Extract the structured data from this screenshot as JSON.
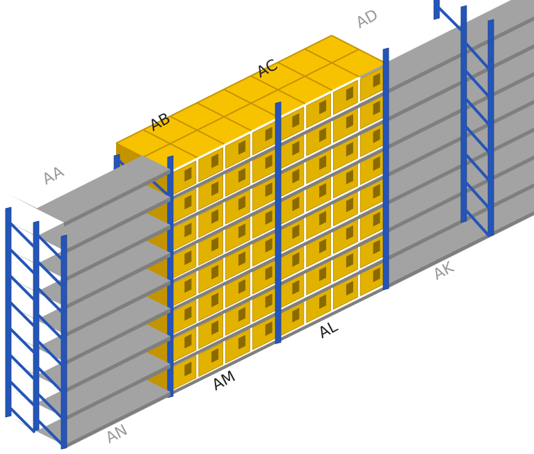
{
  "colors": {
    "upright": "#2455b8",
    "upright_edge": "#1a3f8c",
    "shelf_top": "#a3a3a3",
    "shelf_front": "#7f7f7f",
    "box_top": "#f7c300",
    "box_front": "#e2b200",
    "box_side": "#c49300",
    "box_handle": "#8a6a00",
    "label_active": "#222222",
    "label_inactive": "#9a9a9a"
  },
  "labels": {
    "aa": "AA",
    "ab": "AB",
    "ac": "AC",
    "ad": "AD",
    "ak": "AK",
    "al": "AL",
    "am": "AM",
    "an": "AN"
  },
  "sections": [
    {
      "label": "AA",
      "status": "empty",
      "shelves": 8
    },
    {
      "label": "AB",
      "status": "stocked",
      "shelves": 8
    },
    {
      "label": "AC",
      "status": "stocked",
      "shelves": 8
    },
    {
      "label": "AD",
      "status": "empty",
      "shelves": 8
    }
  ]
}
